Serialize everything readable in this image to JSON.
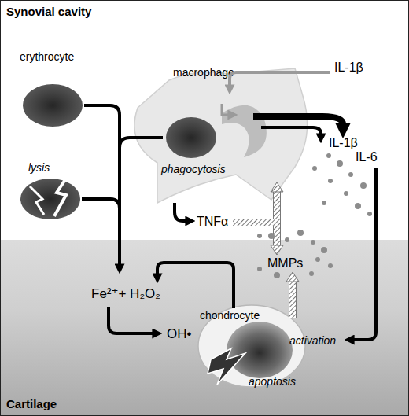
{
  "diagram": {
    "nodes": [
      {
        "text": [
          "Synovial cavity"
        ]
      },
      {
        "text": [
          "erythrocyte"
        ],
        "in": 0
      },
      {
        "text": [
          "lysis"
        ],
        "in": 0
      },
      {
        "text": [
          "macrophage"
        ],
        "in": 0
      },
      {
        "text": [
          "phagocytosis"
        ],
        "in": 3
      },
      {
        "text": [
          "Cartilage"
        ]
      },
      {
        "text": [
          "chondrocyte",
          "apoptosis"
        ],
        "in": 5
      }
    ],
    "labels": [
      "IL-1β",
      "IL-1β",
      "IL-6",
      "TNFα",
      "MMPs",
      "Fe²⁺+ H₂O₂",
      "OH•",
      "activation"
    ]
  }
}
